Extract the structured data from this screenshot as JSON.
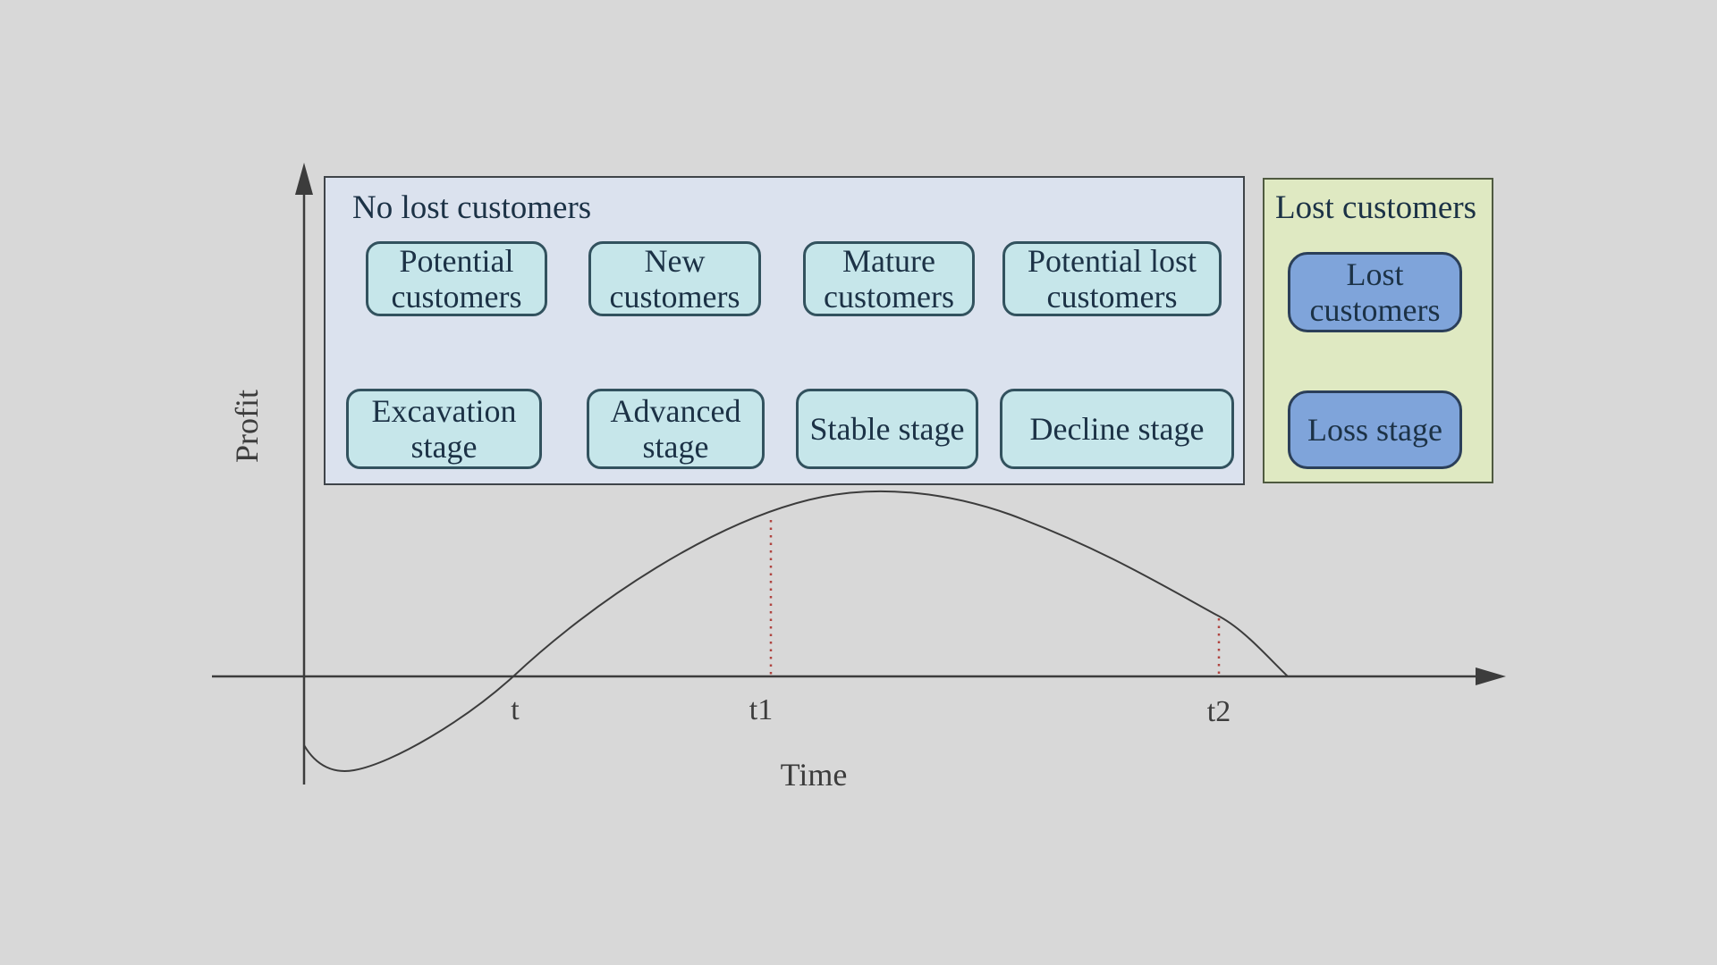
{
  "colors": {
    "page_bg": "#d8d8d8",
    "panel_no_lost_bg": "#dbe2ee",
    "panel_no_lost_border": "#3f4449",
    "panel_lost_bg": "#dfe9c2",
    "panel_lost_border": "#4f5a40",
    "customer_box_bg": "#c6e6ea",
    "customer_box_border": "#32525e",
    "lost_box_bg": "#7fa4da",
    "lost_box_border": "#2b3f59",
    "box_text": "#1c3246",
    "title_text": "#1c3246",
    "axis_line": "#3c3c3c",
    "axis_text": "#3c3c3c",
    "marker_line": "#b04440"
  },
  "panels": {
    "no_lost": {
      "title": "No lost customers",
      "customers": [
        "Potential customers",
        "New customers",
        "Mature customers",
        "Potential lost customers"
      ],
      "stages": [
        "Excavation stage",
        "Advanced stage",
        "Stable stage",
        "Decline stage"
      ]
    },
    "lost": {
      "title": "Lost customers",
      "customers": [
        "Lost customers"
      ],
      "stages": [
        "Loss stage"
      ]
    }
  },
  "axes": {
    "y_label": "Profit",
    "x_label": "Time",
    "tick_labels": [
      "t",
      "t1",
      "t2"
    ]
  },
  "curve": {
    "description": "Profit-over-time lifecycle curve: starts below zero at the origin, dips slightly, rises to cross the time axis at t, peaks between t1 and t2, then declines back to the time axis just after t2; red dotted vertical marker lines drop from the curve to the axis at t1 and t2."
  }
}
